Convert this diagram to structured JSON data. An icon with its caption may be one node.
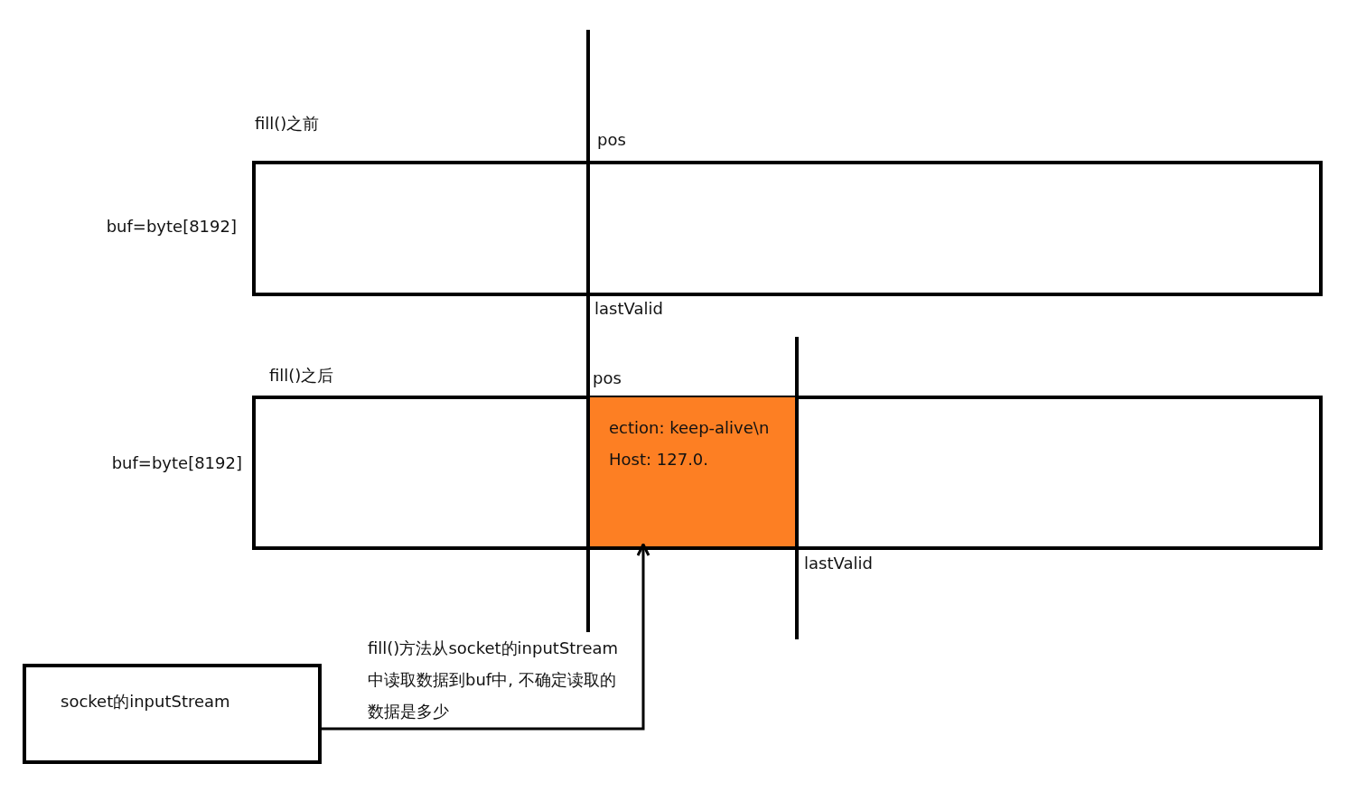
{
  "diagram": {
    "nodes": [
      {
        "text": [],
        "shape": "box"
      },
      {
        "text": [],
        "shape": "box"
      },
      {
        "text": [
          "ection: keep-alive\\n",
          "Host: 127.0."
        ],
        "in": 1
      },
      {
        "text": [
          "socket的inputStream"
        ]
      }
    ],
    "edges": [
      {
        "from": 3,
        "to": 2,
        "arrow": "to",
        "label": "fill()方法从socket的inputStream中读取数据到buf中, 不确定读取的数据是多少"
      }
    ],
    "labels": [
      "fill()之前",
      "pos",
      "buf=byte[8192]",
      "lastValid",
      "fill()之后",
      "pos",
      "buf=byte[8192]",
      "lastValid"
    ]
  }
}
